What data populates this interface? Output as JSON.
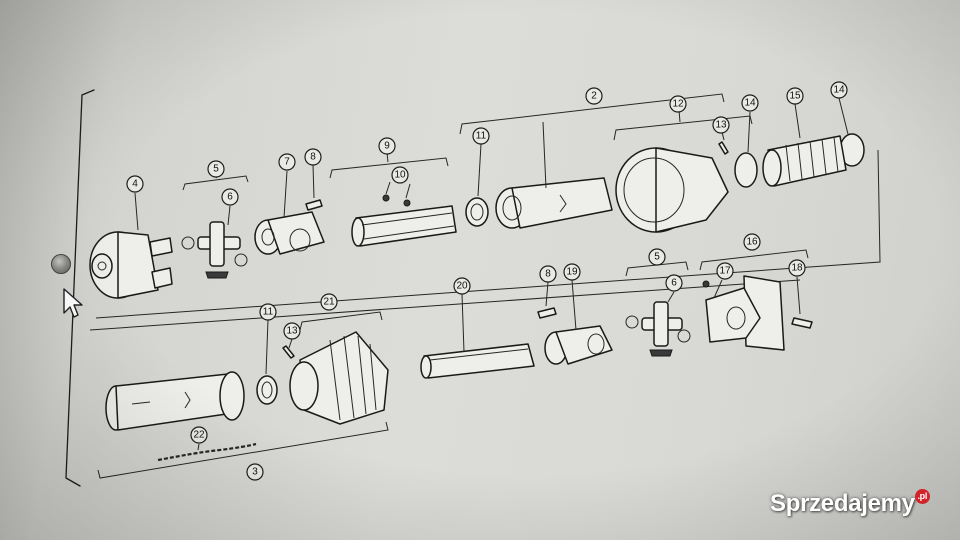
{
  "diagram": {
    "callouts": {
      "c4": "4",
      "c5a": "5",
      "c6a": "6",
      "c7": "7",
      "c8a": "8",
      "c9": "9",
      "c10": "10",
      "c11a": "11",
      "c2": "2",
      "c12": "12",
      "c13a": "13",
      "c14a": "14",
      "c15a": "15",
      "c14b": "14",
      "c20": "20",
      "c8b": "8",
      "c19": "19",
      "c5b": "5",
      "c6b": "6",
      "c16": "16",
      "c17": "17",
      "c18": "18",
      "c11b": "11",
      "c21": "21",
      "c13b": "13",
      "c22": "22",
      "c3": "3"
    }
  },
  "watermark": {
    "text": "Sprzedajemy",
    "badge": ".pl"
  }
}
